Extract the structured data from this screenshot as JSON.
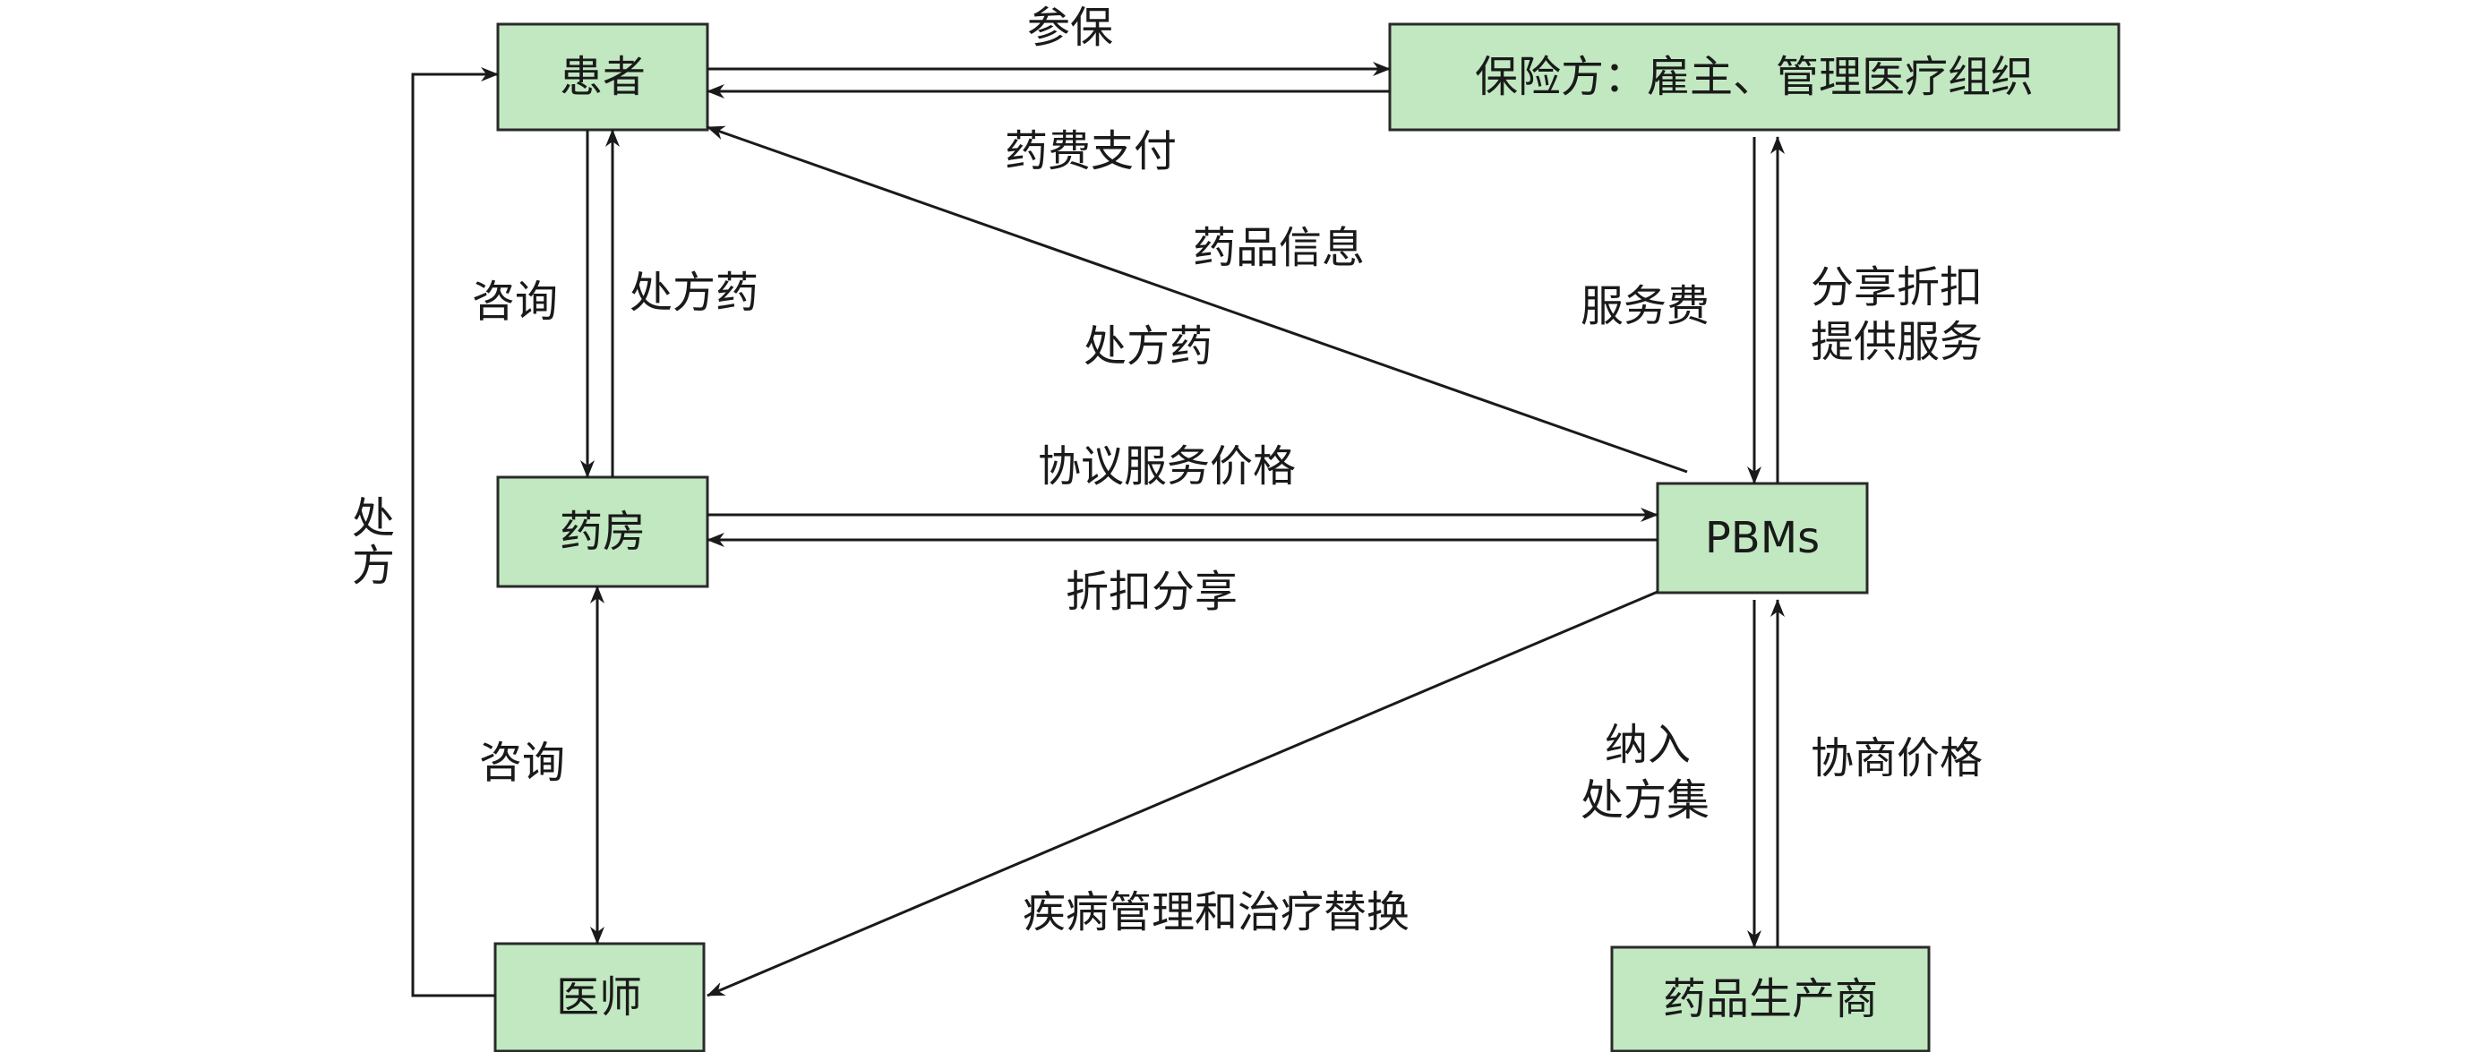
{
  "nodes": {
    "patient": "患者",
    "insurer": "保险方：雇主、管理医疗组织",
    "pharmacy": "药房",
    "pbms": "PBMs",
    "physician": "医师",
    "manufacturer": "药品生产商"
  },
  "edge_labels": {
    "enroll": "参保",
    "drug_payment": "药费支付",
    "drug_info": "药品信息",
    "prescription_drugs_pbm": "处方药",
    "consult_top": "咨询",
    "prescription_drugs": "处方药",
    "prescription_left_1": "处",
    "prescription_left_2": "方",
    "negotiated_service_price": "协议服务价格",
    "rebate_share_pharmacy": "折扣分享",
    "consult_bottom": "咨询",
    "service_fee": "服务费",
    "rebate_share_1": "分享折扣",
    "rebate_share_2": "提供服务",
    "formulary_1": "纳入",
    "formulary_2": "处方集",
    "negotiated_price": "协商价格",
    "disease_mgmt": "疾病管理和治疗替换"
  }
}
